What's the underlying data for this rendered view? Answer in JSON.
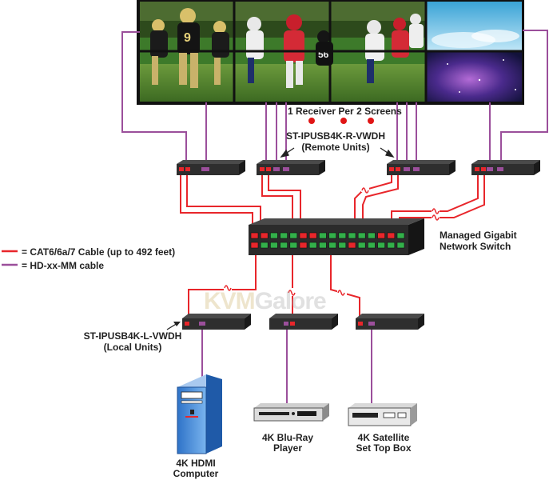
{
  "labels": {
    "receiver_note": "1 Receiver Per 2 Screens",
    "remote_model": "ST-IPUSB4K-R-VWDH",
    "remote_sub": "(Remote Units)",
    "switch_line1": "Managed Gigabit",
    "switch_line2": "Network Switch",
    "legend_cat": "= CAT6/6a/7 Cable (up to 492 feet)",
    "legend_hd": "= HD-xx-MM cable",
    "local_model": "ST-IPUSB4K-L-VWDH",
    "local_sub": "(Local Units)",
    "computer_line1": "4K HDMI",
    "computer_line2": "Computer",
    "bluray_line1": "4K Blu-Ray",
    "bluray_line2": "Player",
    "satellite_line1": "4K Satellite",
    "satellite_line2": "Set Top Box"
  },
  "watermark": {
    "part1": "KVM",
    "part2": "Galore"
  },
  "colors": {
    "cat_cable": "#e8262b",
    "hd_cable": "#9b4f9b",
    "device_body": "#2e2e2e",
    "switch_body": "#2b2b2b",
    "port_green": "#33b04a",
    "indicator_red": "#e01515"
  },
  "icons": {
    "computer": "desktop-tower-icon",
    "bluray": "bluray-player-icon",
    "satellite": "satellite-box-icon"
  }
}
